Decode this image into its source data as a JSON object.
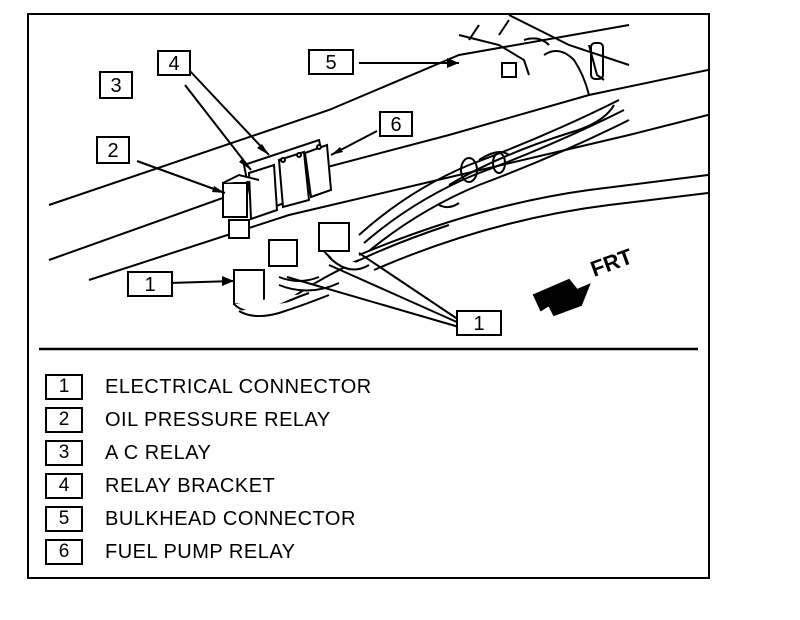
{
  "callouts": {
    "c1_left": "1",
    "c1_right": "1",
    "c2": "2",
    "c3": "3",
    "c4": "4",
    "c5": "5",
    "c6": "6"
  },
  "front_label": "FRT",
  "legend": [
    {
      "num": "1",
      "text": "ELECTRICAL CONNECTOR"
    },
    {
      "num": "2",
      "text": "OIL PRESSURE RELAY"
    },
    {
      "num": "3",
      "text": "A C RELAY"
    },
    {
      "num": "4",
      "text": "RELAY BRACKET"
    },
    {
      "num": "5",
      "text": "BULKHEAD CONNECTOR"
    },
    {
      "num": "6",
      "text": "FUEL PUMP RELAY"
    }
  ]
}
